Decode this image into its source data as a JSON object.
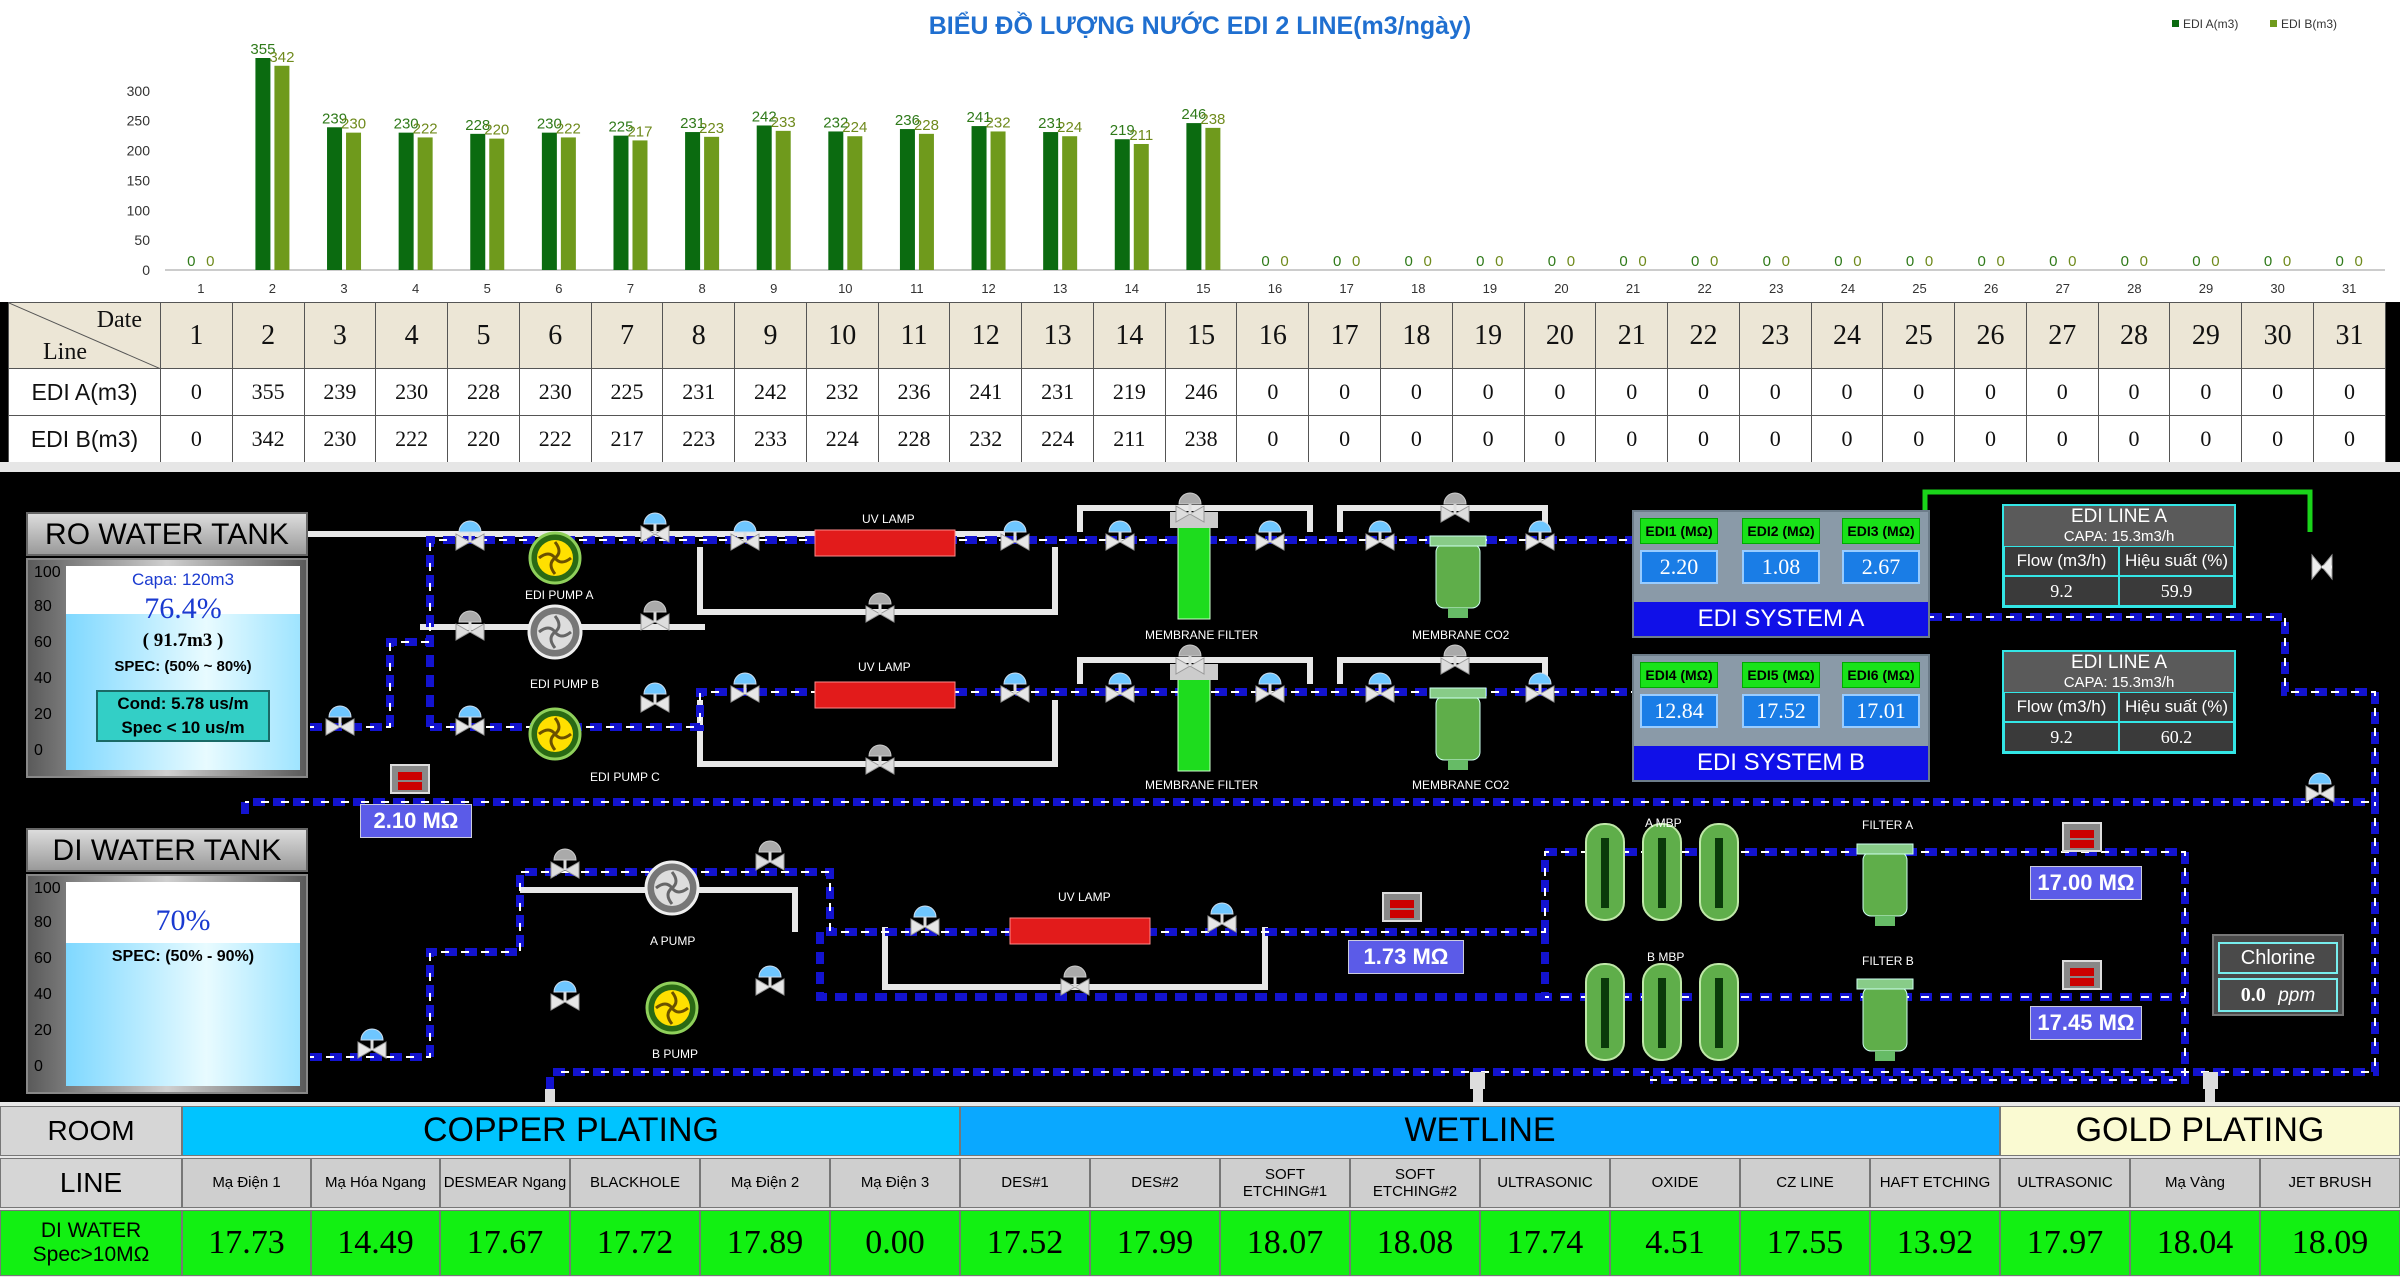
{
  "chart_data": {
    "type": "bar",
    "title": "BIỂU ĐỒ LƯỢNG NƯỚC EDI 2 LINE(m3/ngày)",
    "categories": [
      "1",
      "2",
      "3",
      "4",
      "5",
      "6",
      "7",
      "8",
      "9",
      "10",
      "11",
      "12",
      "13",
      "14",
      "15",
      "16",
      "17",
      "18",
      "19",
      "20",
      "21",
      "22",
      "23",
      "24",
      "25",
      "26",
      "27",
      "28",
      "29",
      "30",
      "31"
    ],
    "series": [
      {
        "name": "EDI A(m3)",
        "color": "#0b6b10",
        "values": [
          0,
          355,
          239,
          230,
          228,
          230,
          225,
          231,
          242,
          232,
          236,
          241,
          231,
          219,
          246,
          0,
          0,
          0,
          0,
          0,
          0,
          0,
          0,
          0,
          0,
          0,
          0,
          0,
          0,
          0,
          0
        ]
      },
      {
        "name": "EDI B(m3)",
        "color": "#6f9a1c",
        "values": [
          0,
          342,
          230,
          222,
          220,
          222,
          217,
          223,
          233,
          224,
          228,
          232,
          224,
          211,
          238,
          0,
          0,
          0,
          0,
          0,
          0,
          0,
          0,
          0,
          0,
          0,
          0,
          0,
          0,
          0,
          0
        ]
      }
    ],
    "yticks": [
      0,
      50,
      100,
      150,
      200,
      250,
      300
    ],
    "ylim": [
      0,
      355
    ],
    "legend": "top-right",
    "grid": false
  },
  "table": {
    "corner_date": "Date",
    "corner_line": "Line",
    "row_a": "EDI A(m3)",
    "row_b": "EDI B(m3)"
  },
  "ro_tank": {
    "title": "RO WATER TANK",
    "capa": "Capa: 120m3",
    "percent": "76.4%",
    "level_fraction": 0.764,
    "volume": "( 91.7m3 )",
    "spec": "SPEC: (50% ~ 80%)",
    "cond": "Cond:  5.78 us/m",
    "cond_spec": "Spec < 10 us/m",
    "scale": [
      "100",
      "80",
      "60",
      "40",
      "20",
      "0"
    ]
  },
  "di_tank": {
    "title": "DI WATER TANK",
    "percent": "70%",
    "level_fraction": 0.7,
    "spec": "SPEC: (50% - 90%)",
    "scale": [
      "100",
      "80",
      "60",
      "40",
      "20",
      "0"
    ]
  },
  "labels": {
    "pump_a": "EDI PUMP A",
    "pump_b": "EDI PUMP B",
    "pump_c": "EDI PUMP C",
    "uv1": "UV LAMP",
    "uv2": "UV LAMP",
    "uv3": "UV LAMP",
    "mf1": "MEMBRANE FILTER",
    "mf2": "MEMBRANE FILTER",
    "mc1": "MEMBRANE CO2",
    "mc2": "MEMBRANE CO2",
    "a_pump": "A PUMP",
    "b_pump": "B PUMP",
    "a_mbp": "A MBP",
    "b_mbp": "B MBP",
    "filter_a": "FILTER A",
    "filter_b": "FILTER B"
  },
  "meters": {
    "m1": "2.10 MΩ",
    "m2": "1.73 MΩ",
    "m3": "17.00 MΩ",
    "m4": "17.45 MΩ"
  },
  "edi_a": {
    "name": "EDI SYSTEM A",
    "cells": [
      {
        "tag": "EDI1 (MΩ)",
        "val": "2.20"
      },
      {
        "tag": "EDI2 (MΩ)",
        "val": "1.08"
      },
      {
        "tag": "EDI3 (MΩ)",
        "val": "2.67"
      }
    ]
  },
  "edi_b": {
    "name": "EDI SYSTEM B",
    "cells": [
      {
        "tag": "EDI4 (MΩ)",
        "val": "12.84"
      },
      {
        "tag": "EDI5 (MΩ)",
        "val": "17.52"
      },
      {
        "tag": "EDI6 (MΩ)",
        "val": "17.01"
      }
    ]
  },
  "line_a": {
    "title": "EDI LINE A",
    "capa": "CAPA: 15.3m3/h",
    "flow_h": "Flow (m3/h)",
    "eff_h": "Hiệu suất (%)",
    "flow": "9.2",
    "eff": "59.9"
  },
  "line_b": {
    "title": "EDI LINE A",
    "capa": "CAPA: 15.3m3/h",
    "flow_h": "Flow (m3/h)",
    "eff_h": "Hiệu suất (%)",
    "flow": "9.2",
    "eff": "60.2"
  },
  "chlorine": {
    "title": "Chlorine",
    "value": "0.0",
    "unit": "ppm"
  },
  "bottom": {
    "room": "ROOM",
    "line": "LINE",
    "di_water": "DI WATER",
    "spec": "Spec>10MΩ",
    "sections": [
      {
        "name": "COPPER PLATING",
        "color": "#00c4ff"
      },
      {
        "name": "WETLINE",
        "color": "#0aa8ff"
      },
      {
        "name": "GOLD PLATING",
        "color": "#fafad2"
      }
    ],
    "lines": [
      "Mạ Điện 1",
      "Mạ Hóa Ngang",
      "DESMEAR Ngang",
      "BLACKHOLE",
      "Mạ Điện 2",
      "Mạ Điện 3",
      "DES#1",
      "DES#2",
      "SOFT ETCHING#1",
      "SOFT ETCHING#2",
      "ULTRASONIC",
      "OXIDE",
      "CZ LINE",
      "HAFT ETCHING",
      "ULTRASONIC",
      "Mạ Vàng",
      "JET BRUSH"
    ],
    "values": [
      "17.73",
      "14.49",
      "17.67",
      "17.72",
      "17.89",
      "0.00",
      "17.52",
      "17.99",
      "18.07",
      "18.08",
      "17.74",
      "4.51",
      "17.55",
      "13.92",
      "17.97",
      "18.04",
      "18.09"
    ]
  }
}
